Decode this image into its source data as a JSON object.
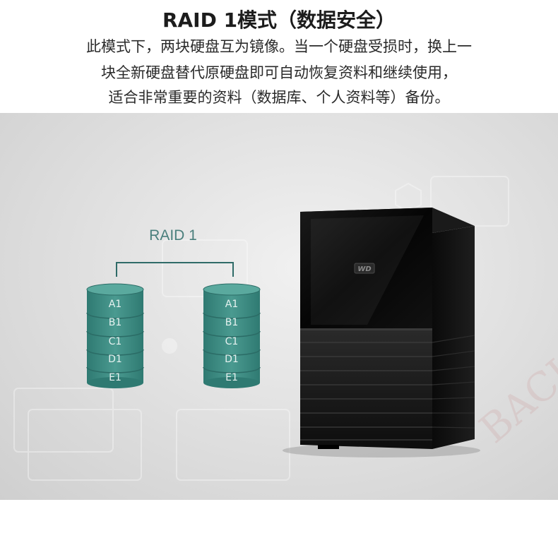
{
  "header": {
    "title": "RAID 1模式（数据安全）",
    "description_lines": [
      "此模式下，两块硬盘互为镜像。当一个硬盘受损时，换上一",
      "块全新硬盘替代原硬盘即可自动恢复资料和继续使用，",
      "适合非常重要的资料（数据库、个人资料等）备份。"
    ]
  },
  "diagram": {
    "raid_label": "RAID 1",
    "disk_left": {
      "blocks": [
        "A1",
        "B1",
        "C1",
        "D1",
        "E1"
      ]
    },
    "disk_right": {
      "blocks": [
        "A1",
        "B1",
        "C1",
        "D1",
        "E1"
      ]
    },
    "disk_color": "#3f8a82",
    "line_color": "#2f6b68"
  },
  "product": {
    "logo_text": "WD"
  }
}
